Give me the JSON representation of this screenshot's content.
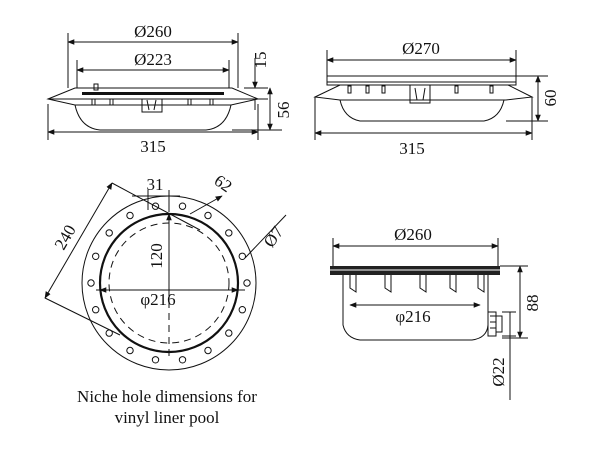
{
  "top_left_view": {
    "outer_diameter": "Ø260",
    "inner_diameter": "Ø223",
    "flange_thickness": "15",
    "total_height": "56",
    "overall_width": "315"
  },
  "top_right_view": {
    "diameter": "Ø270",
    "height": "60",
    "overall_width": "315"
  },
  "niche_view": {
    "pitch_small": "31",
    "pitch_large": "62",
    "hole_diameter": "Ø7",
    "diagonal": "240",
    "radius_offset": "120",
    "inner_diameter": "φ216"
  },
  "side_view": {
    "flange_diameter": "Ø260",
    "body_diameter": "φ216",
    "height": "88",
    "outlet_diameter": "Ø22"
  },
  "caption": {
    "line1": "Niche hole dimensions for",
    "line2": "vinyl liner pool"
  }
}
